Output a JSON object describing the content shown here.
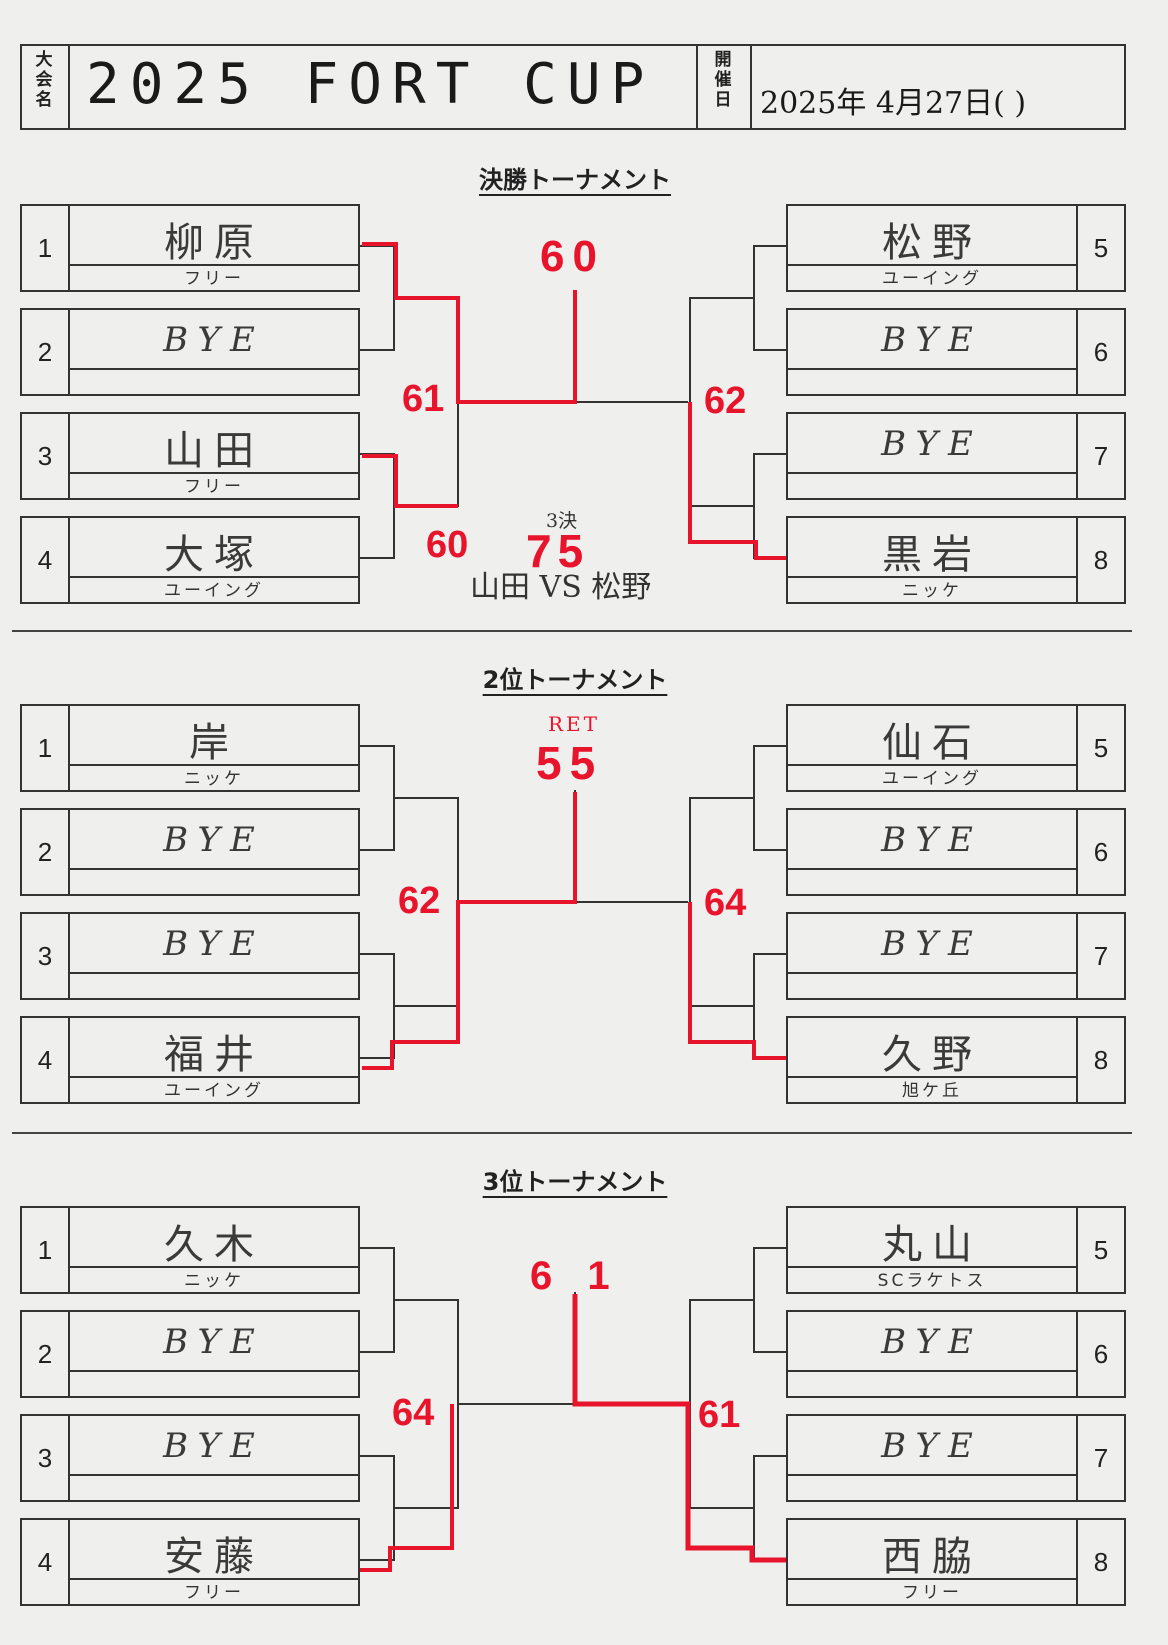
{
  "header": {
    "event_label": "大\n会\n名",
    "event_name": "2025 FORT CUP",
    "date_label": "開\n催\n日",
    "date_value": "2025年 4月27日(  )"
  },
  "sections": [
    {
      "title": "決勝トーナメント",
      "left": [
        {
          "num": "1",
          "name": "柳原",
          "team": "フリー"
        },
        {
          "num": "2",
          "name": "BYE",
          "team": ""
        },
        {
          "num": "3",
          "name": "山田",
          "team": "フリー"
        },
        {
          "num": "4",
          "name": "大塚",
          "team": "ユーイング"
        }
      ],
      "right": [
        {
          "num": "5",
          "name": "松野",
          "team": "ユーイング"
        },
        {
          "num": "6",
          "name": "BYE",
          "team": ""
        },
        {
          "num": "7",
          "name": "BYE",
          "team": ""
        },
        {
          "num": "8",
          "name": "黒岩",
          "team": "ニッケ"
        }
      ],
      "scores": {
        "final": "60",
        "left_semi": "61",
        "right_semi": "62",
        "left_qf": "60"
      },
      "note_small": "3決",
      "note_score": "75",
      "note_match": "山田 VS 松野"
    },
    {
      "title": "2位トーナメント",
      "left": [
        {
          "num": "1",
          "name": "岸",
          "team": "ニッケ"
        },
        {
          "num": "2",
          "name": "BYE",
          "team": ""
        },
        {
          "num": "3",
          "name": "BYE",
          "team": ""
        },
        {
          "num": "4",
          "name": "福井",
          "team": "ユーイング"
        }
      ],
      "right": [
        {
          "num": "5",
          "name": "仙石",
          "team": "ユーイング"
        },
        {
          "num": "6",
          "name": "BYE",
          "team": ""
        },
        {
          "num": "7",
          "name": "BYE",
          "team": ""
        },
        {
          "num": "8",
          "name": "久野",
          "team": "旭ケ丘"
        }
      ],
      "scores": {
        "final_note": "RET",
        "final": "55",
        "left_semi": "62",
        "right_semi": "64"
      }
    },
    {
      "title": "3位トーナメント",
      "left": [
        {
          "num": "1",
          "name": "久木",
          "team": "ニッケ"
        },
        {
          "num": "2",
          "name": "BYE",
          "team": ""
        },
        {
          "num": "3",
          "name": "BYE",
          "team": ""
        },
        {
          "num": "4",
          "name": "安藤",
          "team": "フリー"
        }
      ],
      "right": [
        {
          "num": "5",
          "name": "丸山",
          "team": "SCラケトス"
        },
        {
          "num": "6",
          "name": "BYE",
          "team": ""
        },
        {
          "num": "7",
          "name": "BYE",
          "team": ""
        },
        {
          "num": "8",
          "name": "西脇",
          "team": "フリー"
        }
      ],
      "scores": {
        "final": "6 1",
        "left_semi": "64",
        "right_semi": "61"
      }
    }
  ]
}
